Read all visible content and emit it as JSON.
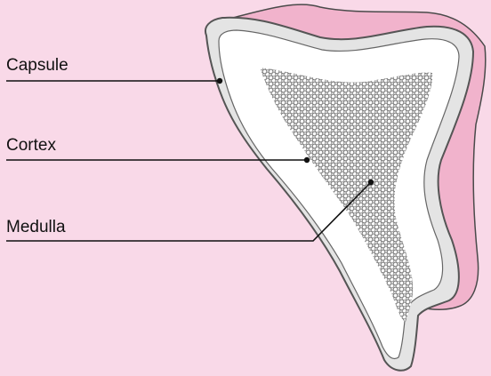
{
  "labels": {
    "capsule": "Capsule",
    "cortex": "Cortex",
    "medulla": "Medulla"
  },
  "colors": {
    "background": "#f9d9e8",
    "outer_tissue": "#f1b3cc",
    "capsule": "#e4e4e4",
    "cortex": "#ffffff",
    "medulla_cells": "#7a7a7a",
    "leader_lines": "#111111"
  }
}
